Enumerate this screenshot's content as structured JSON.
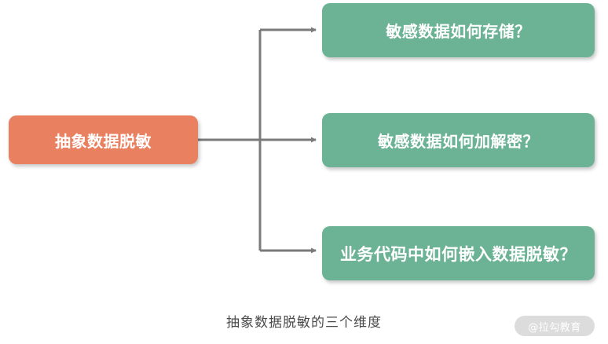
{
  "diagram": {
    "type": "tree",
    "background_color": "#ffffff",
    "root": {
      "label": "抽象数据脱敏",
      "color": "#e98060",
      "text_color": "#ffffff"
    },
    "branches": [
      {
        "label": "敏感数据如何存储？",
        "color": "#6cb395",
        "text_color": "#ffffff"
      },
      {
        "label": "敏感数据如何加解密？",
        "color": "#6cb395",
        "text_color": "#ffffff"
      },
      {
        "label": "业务代码中如何嵌入数据脱敏？",
        "color": "#6cb395",
        "text_color": "#ffffff"
      }
    ],
    "connector": {
      "color": "#7a7a7a",
      "arrow_name": "arrow-head"
    }
  },
  "caption": {
    "text": "抽象数据脱敏的三个维度",
    "color": "#4a4a4a"
  },
  "watermark": {
    "text": "@拉勾教育",
    "background_color": "#dcdcdc",
    "text_color": "#ffffff"
  }
}
